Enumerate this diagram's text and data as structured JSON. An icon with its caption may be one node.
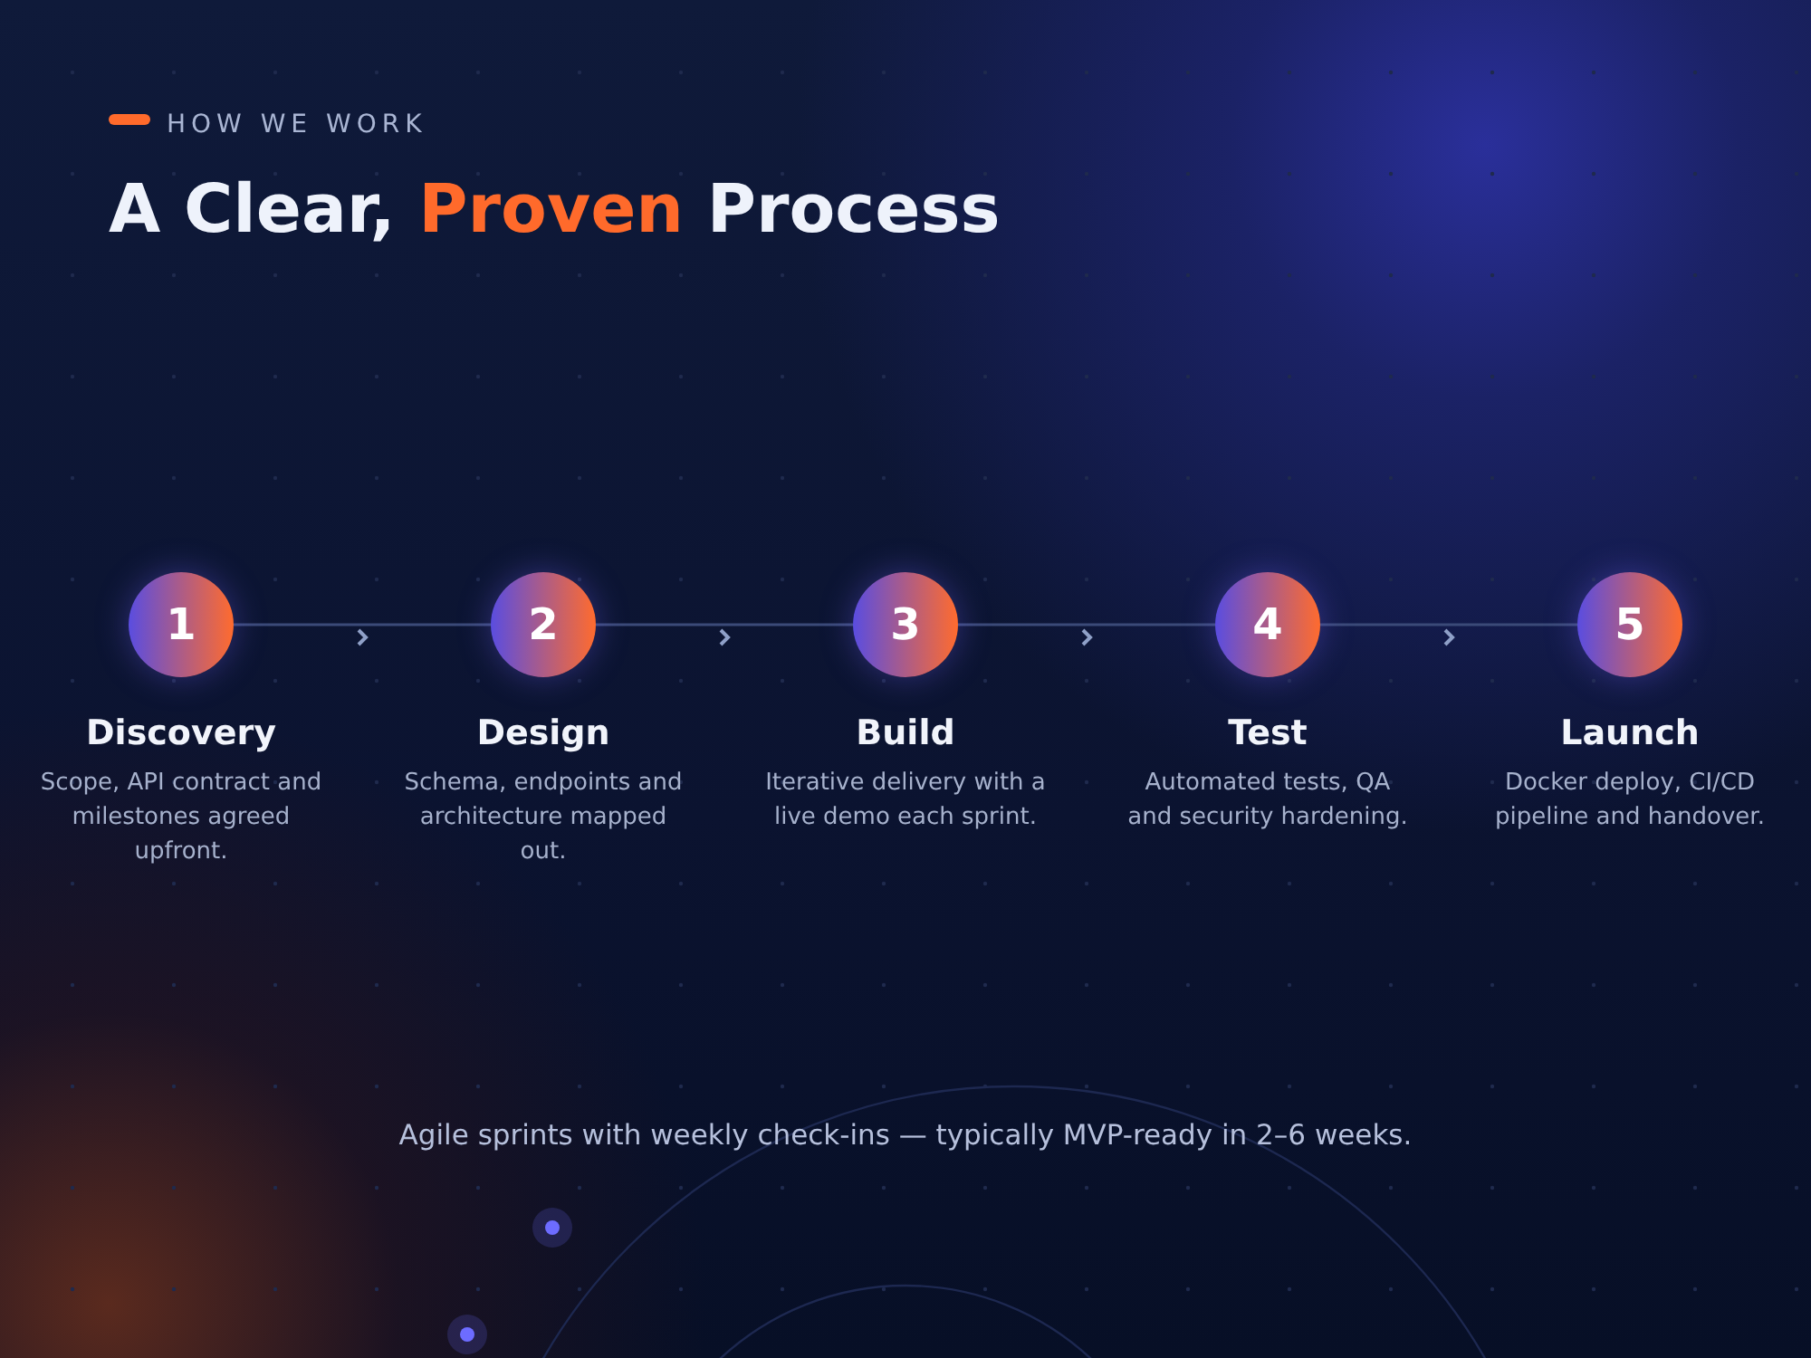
{
  "diagram": {
    "title": "A Clear, *Proven* Process",
    "caption": "Agile sprints with weekly check-ins — typically MVP-ready in 2–6 weeks.",
    "labels": [
      "HOW WE WORK"
    ],
    "nodes": [
      {
        "text": [
          "1"
        ],
        "beside": [
          "Discovery",
          "Scope, API contract and milestones agreed upfront."
        ]
      },
      {
        "text": [
          "2"
        ],
        "beside": [
          "Design",
          "Schema, endpoints and architecture mapped out."
        ]
      },
      {
        "text": [
          "3"
        ],
        "beside": [
          "Build",
          "Iterative delivery with a live demo each sprint."
        ]
      },
      {
        "text": [
          "4"
        ],
        "beside": [
          "Test",
          "Automated tests, QA and security hardening."
        ]
      },
      {
        "text": [
          "5"
        ],
        "beside": [
          "Launch",
          "Docker deploy, CI/CD pipeline and handover."
        ]
      }
    ],
    "edges": [
      {
        "from": 0,
        "to": 1,
        "arrow": "none"
      },
      {
        "from": 1,
        "to": 2,
        "arrow": "none"
      },
      {
        "from": 2,
        "to": 3,
        "arrow": "none"
      },
      {
        "from": 3,
        "to": 4,
        "arrow": "none"
      }
    ]
  }
}
